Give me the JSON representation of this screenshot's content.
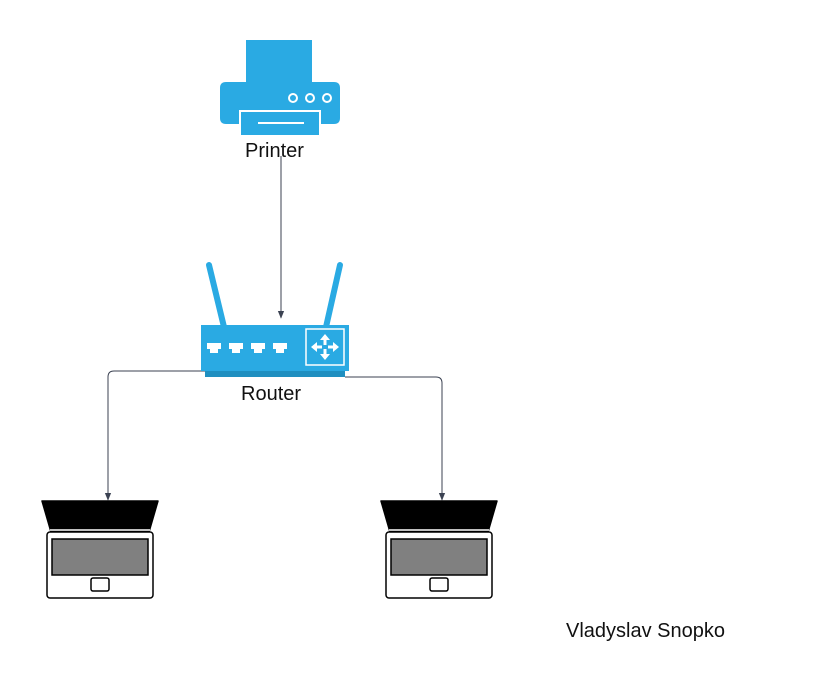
{
  "diagram": {
    "nodes": {
      "printer": {
        "label": "Printer",
        "icon": "printer-icon"
      },
      "router": {
        "label": "Router",
        "icon": "router-icon"
      },
      "laptop_left": {
        "label": "",
        "icon": "laptop-icon"
      },
      "laptop_right": {
        "label": "",
        "icon": "laptop-icon"
      }
    },
    "edges": [
      {
        "from": "printer",
        "to": "router"
      },
      {
        "from": "router",
        "to": "laptop_left"
      },
      {
        "from": "router",
        "to": "laptop_right"
      }
    ],
    "author": "Vladyslav Snopko"
  },
  "colors": {
    "device_blue": "#2aaae3",
    "router_base": "#1f8fc0",
    "line": "#3b4252",
    "laptop_screen": "#000000",
    "laptop_panel": "#808080",
    "laptop_outline": "#000000"
  }
}
